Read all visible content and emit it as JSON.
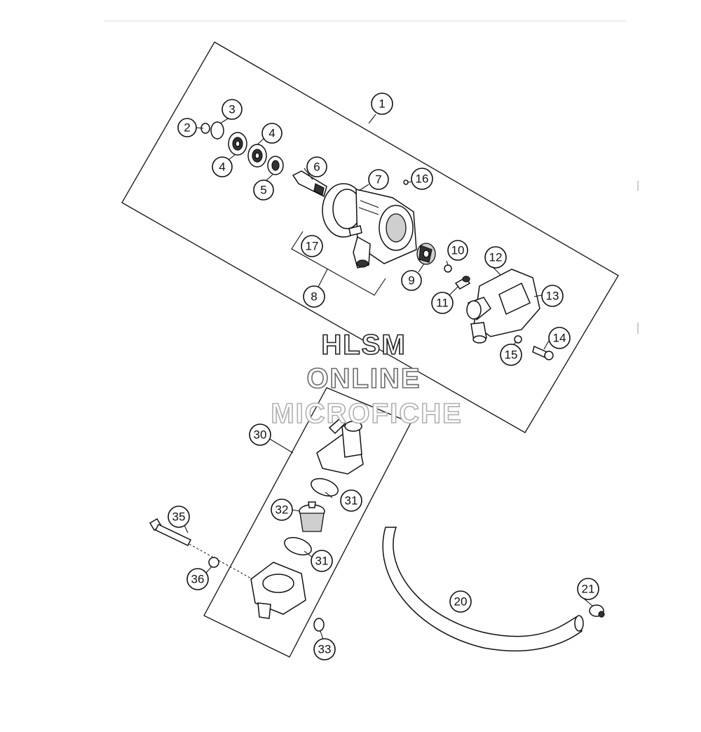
{
  "watermark": {
    "line1": "HLSM",
    "line2": "ONLINE",
    "line3": "MICROFICHE",
    "colors": [
      "#222222",
      "#6a6a6a",
      "#b0b0b0"
    ]
  },
  "callouts": {
    "c1": "1",
    "c2": "2",
    "c3": "3",
    "c4a": "4",
    "c4b": "4",
    "c5": "5",
    "c6": "6",
    "c7": "7",
    "c8": "8",
    "c9": "9",
    "c10": "10",
    "c11": "11",
    "c12": "12",
    "c13": "13",
    "c14": "14",
    "c15": "15",
    "c16": "16",
    "c17": "17",
    "c20": "20",
    "c21": "21",
    "c30": "30",
    "c31a": "31",
    "c31b": "31",
    "c32": "32",
    "c33": "33",
    "c35": "35",
    "c36": "36"
  }
}
